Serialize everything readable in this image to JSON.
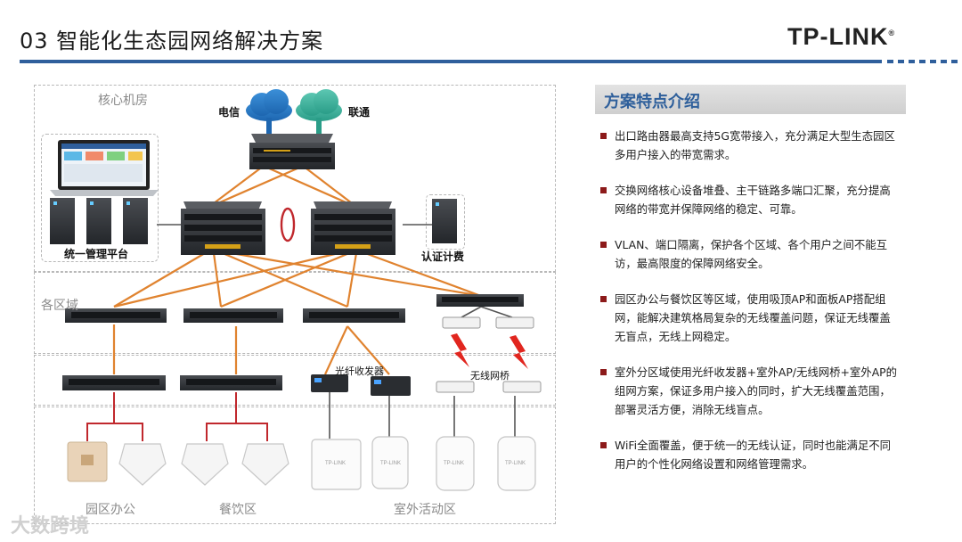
{
  "header": {
    "title": "03 智能化生态园网络解决方案",
    "logo": "TP-LINK"
  },
  "diagram": {
    "zones": {
      "core": "核心机房",
      "regions": "各区域",
      "office": "园区办公",
      "dining": "餐饮区",
      "outdoor": "室外活动区"
    },
    "isp": {
      "telecom": "电信",
      "unicom": "联通"
    },
    "labels": {
      "management": "统一管理平台",
      "auth": "认证计费",
      "fiber": "光纤收发器",
      "bridge": "无线网桥"
    }
  },
  "panel": {
    "title": "方案特点介绍",
    "features": [
      "出口路由器最高支持5G宽带接入，充分满足大型生态园区多用户接入的带宽需求。",
      "交换网络核心设备堆叠、主干链路多端口汇聚，充分提高网络的带宽并保障网络的稳定、可靠。",
      "VLAN、端口隔离，保护各个区域、各个用户之间不能互访，最高限度的保障网络安全。",
      "园区办公与餐饮区等区域，使用吸顶AP和面板AP搭配组网，能解决建筑格局复杂的无线覆盖问题，保证无线覆盖无盲点，无线上网稳定。",
      "室外分区域使用光纤收发器+室外AP/无线网桥+室外AP的组网方案，保证多用户接入的同时，扩大无线覆盖范围，部署灵活方便，消除无线盲点。",
      "WiFi全面覆盖，便于统一的无线认证，同时也能满足不同用户的个性化网络设置和网络管理需求。"
    ]
  },
  "footer": {
    "watermark": "大数跨境"
  },
  "colors": {
    "accent": "#2f5f9c",
    "link_orange": "#e0832f",
    "link_red": "#c0282d",
    "bullet": "#8c1a1a"
  }
}
